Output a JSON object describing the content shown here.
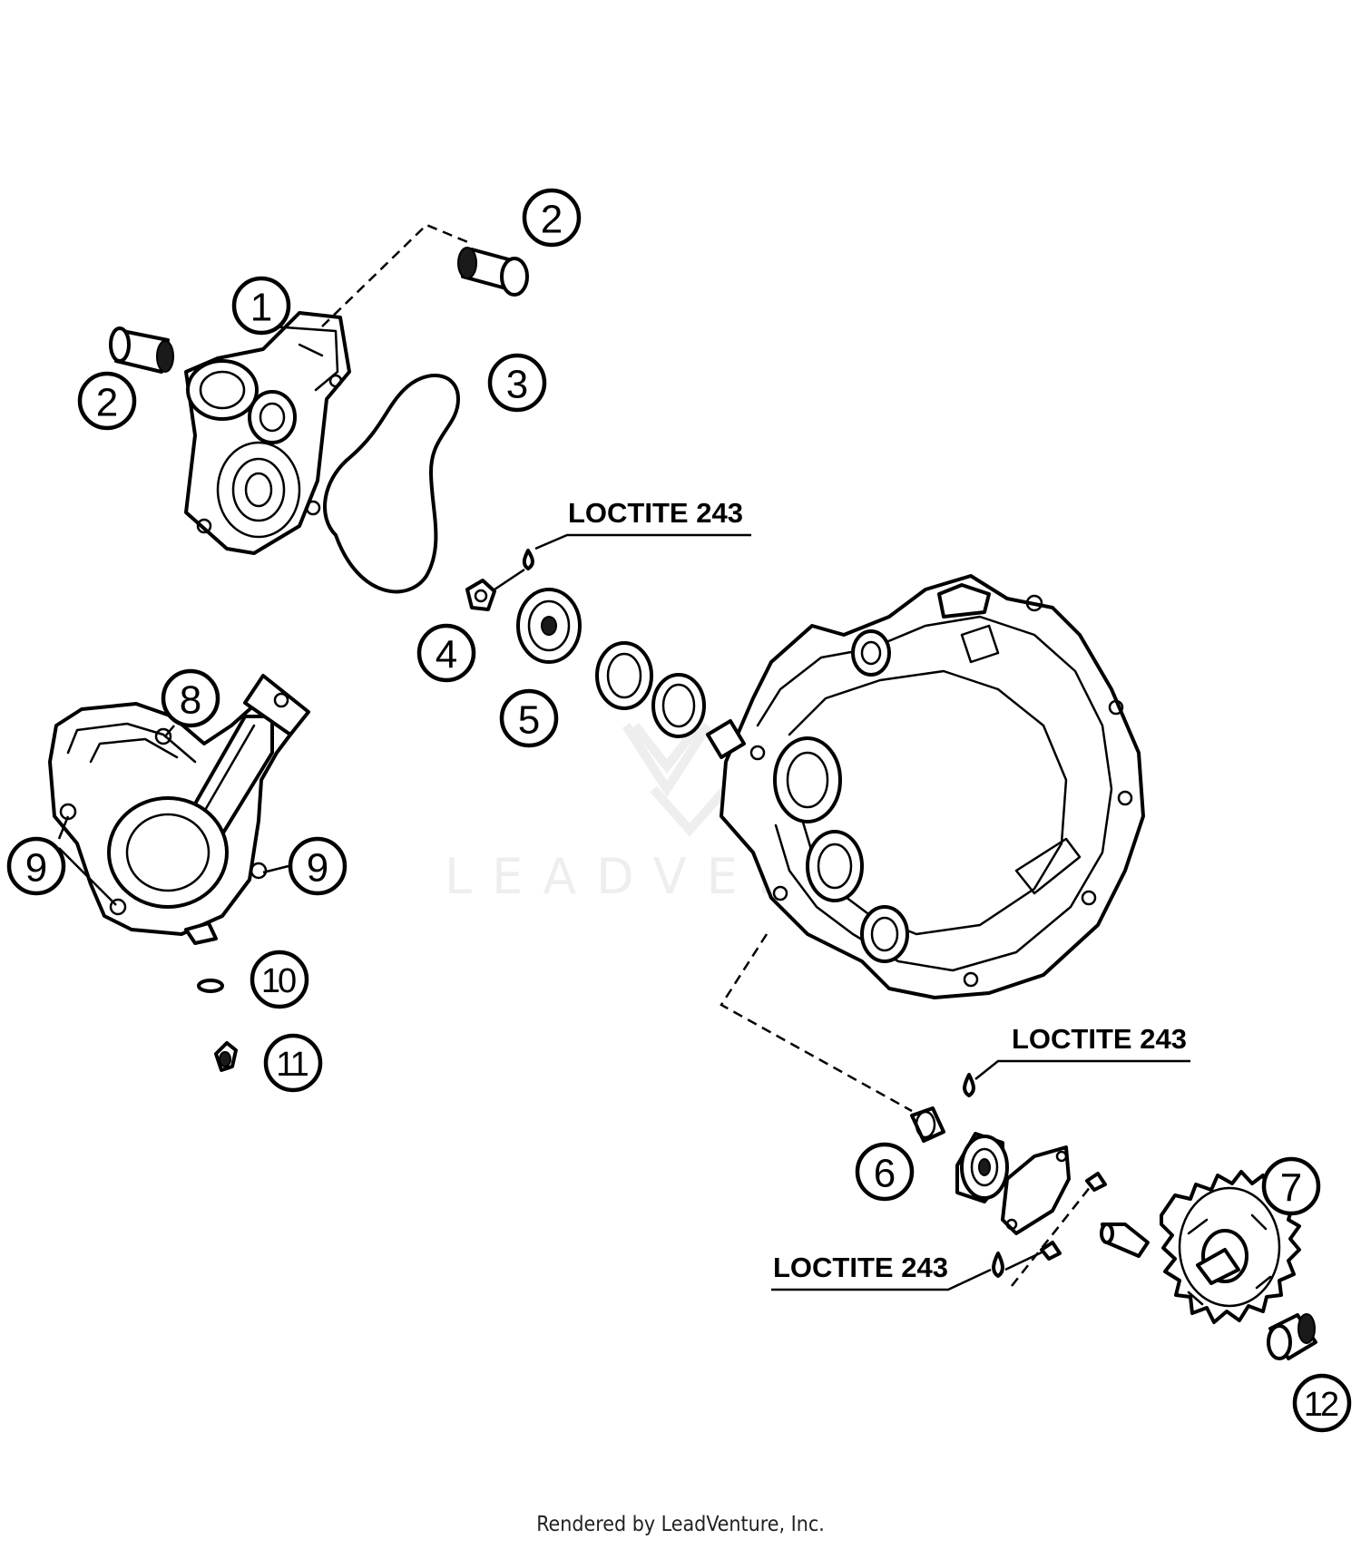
{
  "callouts": [
    {
      "number": "1",
      "target": "pump-cover-outer"
    },
    {
      "number": "2",
      "target": "bushing-upper"
    },
    {
      "number": "2",
      "target": "bushing-left"
    },
    {
      "number": "3",
      "target": "o-ring-gasket"
    },
    {
      "number": "4",
      "target": "screw"
    },
    {
      "number": "5",
      "target": "impeller"
    },
    {
      "number": "6",
      "target": "bearing-sleeve"
    },
    {
      "number": "7",
      "target": "pump-shaft-gear"
    },
    {
      "number": "8",
      "target": "pump-cover-bolt"
    },
    {
      "number": "9",
      "target": "cover-bolt-left"
    },
    {
      "number": "9",
      "target": "cover-bolt-right"
    },
    {
      "number": "10",
      "target": "washer"
    },
    {
      "number": "11",
      "target": "drain-screw"
    },
    {
      "number": "12",
      "target": "needle-bearing"
    }
  ],
  "notes": [
    {
      "text": "LOCTITE 243",
      "target": "impeller-screw"
    },
    {
      "text": "LOCTITE 243",
      "target": "bearing-sleeve"
    },
    {
      "text": "LOCTITE 243",
      "target": "retainer-screws"
    }
  ],
  "watermark": "LEADVENTURE",
  "footer": "Rendered by LeadVenture, Inc."
}
